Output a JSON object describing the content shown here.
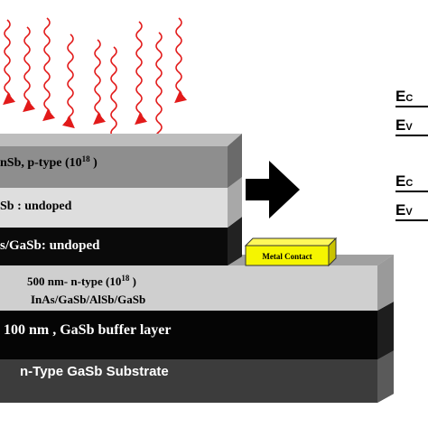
{
  "colors": {
    "light_wave": "#e21a1a",
    "top_layer": "#8a8a8a",
    "undoped_layer": "#dcdcdc",
    "dark_layer": "#0a0a0a",
    "ntype_layer": "#cfcfcf",
    "buffer_layer": "#050505",
    "substrate_layer": "#3f3f3f",
    "metal_contact": "#f5f500",
    "arrow": "#000000"
  },
  "layers": {
    "top": {
      "label": "nSb, p-type (10",
      "superscript": "18",
      "suffix": " )"
    },
    "undoped": {
      "label": "Sb : undoped"
    },
    "superlattice_undoped": {
      "label": "s/GaSb: undoped"
    },
    "ntype": {
      "line1": "500 nm- n-type (10",
      "line1_sup": "18",
      "line1_suffix": " )",
      "line2": "InAs/GaSb/AlSb/GaSb"
    },
    "buffer": {
      "label": "100 nm , GaSb buffer layer"
    },
    "substrate": {
      "label": "n-Type GaSb Substrate"
    }
  },
  "contact": {
    "label": "Metal Contact"
  },
  "band_labels": {
    "upper_ec": "E",
    "upper_ec_sub": "C",
    "upper_ev": "E",
    "upper_ev_sub": "V",
    "lower_ec": "E",
    "lower_ec_sub": "C",
    "lower_ev": "E",
    "lower_ev_sub": "V"
  },
  "light": {
    "arrow_count": 10,
    "icon": "wavy-light-arrow"
  }
}
